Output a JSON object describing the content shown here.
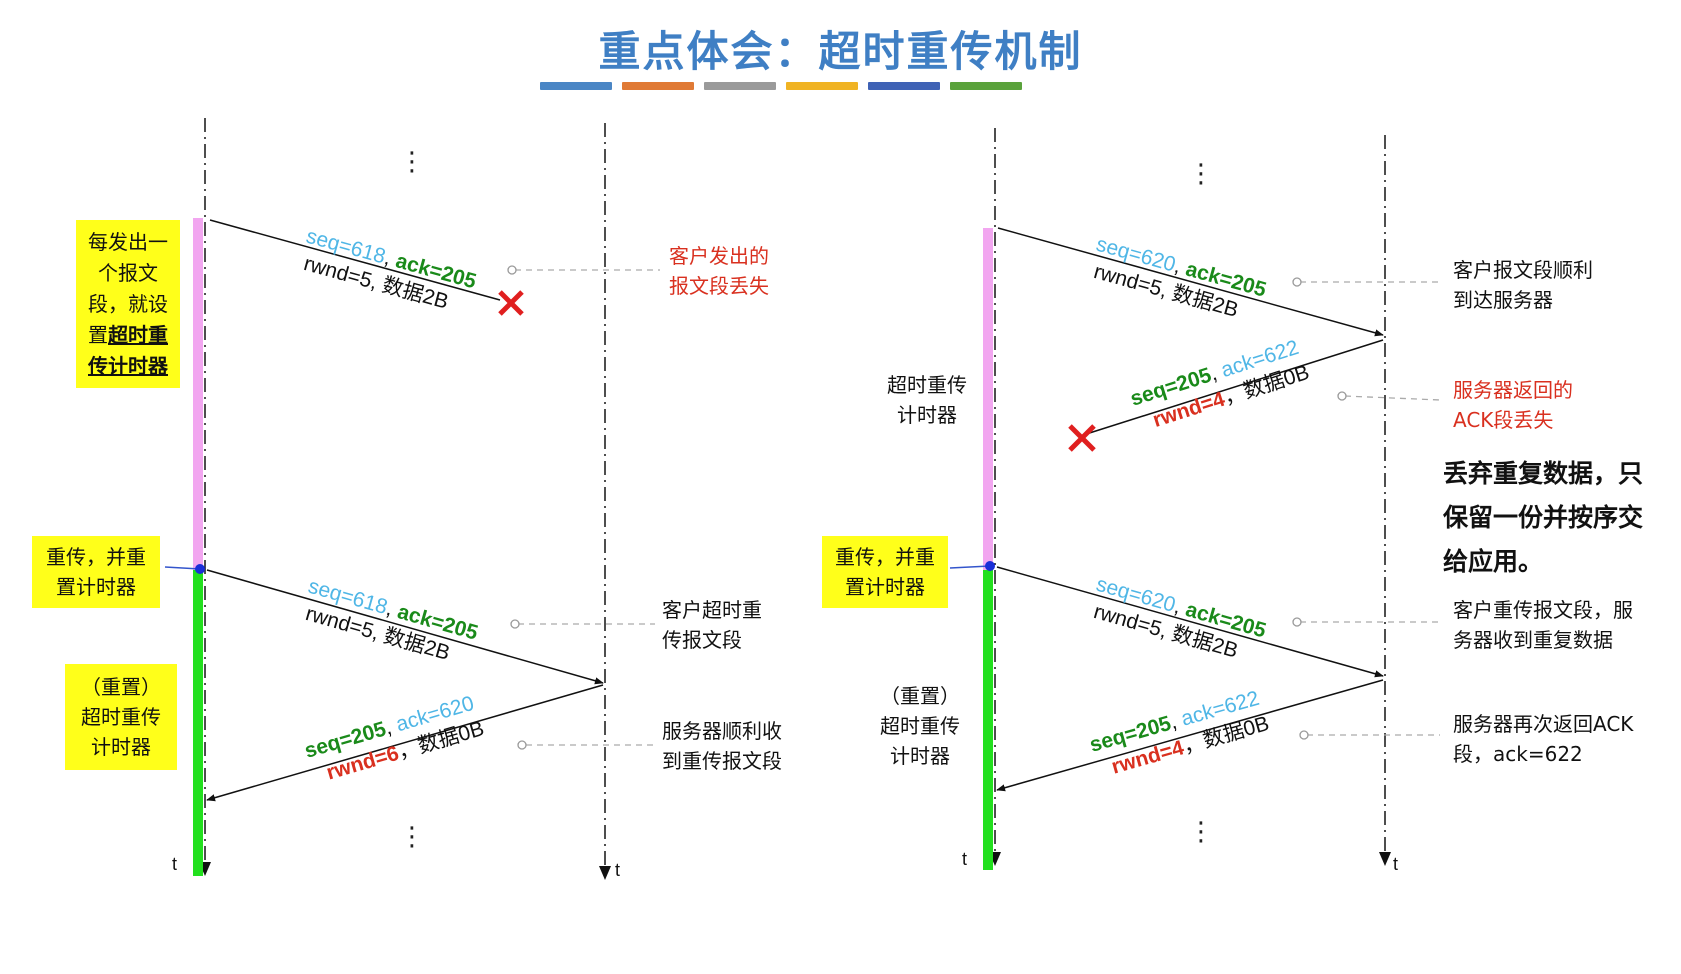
{
  "title": "重点体会：超时重传机制",
  "colors": {
    "title": "#3f7fc4",
    "seq": "#4fb6e6",
    "ack_green": "#1a8a1a",
    "rwnd_red": "#d9301f",
    "note_red": "#d9301f",
    "timer_pink": "#f2a6f0",
    "timer_green": "#22e01e",
    "highlight_yellow": "#ffff1a",
    "title_bars": [
      "#4a86c5",
      "#e07a35",
      "#9a9a9a",
      "#f0b323",
      "#3f62b5",
      "#5aa23b"
    ]
  },
  "left": {
    "box_timer": {
      "lines": [
        "每发出一",
        "个报文",
        "段，就设"
      ],
      "bold_prefix": "置",
      "bold_a": "超时重",
      "bold_b": "传计时器"
    },
    "box_resend": [
      "重传，并重",
      "置计时器"
    ],
    "box_reset": [
      "（重置）",
      "超时重传",
      "计时器"
    ],
    "seg1": {
      "seq": "seq=618",
      "comma": ",",
      "ack": "ack=205",
      "rest": "rwnd=5, 数据2B"
    },
    "seg1_note": [
      "客户发出的",
      "报文段丢失"
    ],
    "seg2": {
      "seq": "seq=618",
      "comma": ",",
      "ack": "ack=205",
      "rest": "rwnd=5, 数据2B"
    },
    "seg2_note": [
      "客户超时重",
      "传报文段"
    ],
    "ack1": {
      "seq": "seq=205",
      "comma": ",",
      "ack": "ack=620",
      "rwnd": "rwnd=6",
      "rest": "，数据0B"
    },
    "ack1_note": [
      "服务器顺利收",
      "到重传报文段"
    ],
    "t": "t",
    "dots": "⋮"
  },
  "right": {
    "timer_label": [
      "超时重传",
      "计时器"
    ],
    "box_resend": [
      "重传，并重",
      "置计时器"
    ],
    "reset_label": [
      "（重置）",
      "超时重传",
      "计时器"
    ],
    "seg1": {
      "seq": "seq=620",
      "comma": ",",
      "ack": "ack=205",
      "rest": "rwnd=5, 数据2B"
    },
    "seg1_note": [
      "客户报文段顺利",
      "到达服务器"
    ],
    "ack1": {
      "seq": "seq=205",
      "comma": ",",
      "ack": "ack=622",
      "rwnd": "rwnd=4",
      "rest": "，数据0B"
    },
    "ack1_note": [
      "服务器返回的",
      "ACK段丢失"
    ],
    "big_note": [
      "丢弃重复数据，只",
      "保留一份并按序交",
      "给应用。"
    ],
    "seg2": {
      "seq": "seq=620",
      "comma": ",",
      "ack": "ack=205",
      "rest": "rwnd=5, 数据2B"
    },
    "seg2_note": [
      "客户重传报文段，服",
      "务器收到重复数据"
    ],
    "ack2": {
      "seq": "seq=205",
      "comma": ",",
      "ack": "ack=622",
      "rwnd": "rwnd=4",
      "rest": "，数据0B"
    },
    "ack2_note": [
      "服务器再次返回ACK",
      "段，ack=622"
    ],
    "t": "t",
    "dots": "⋮"
  }
}
